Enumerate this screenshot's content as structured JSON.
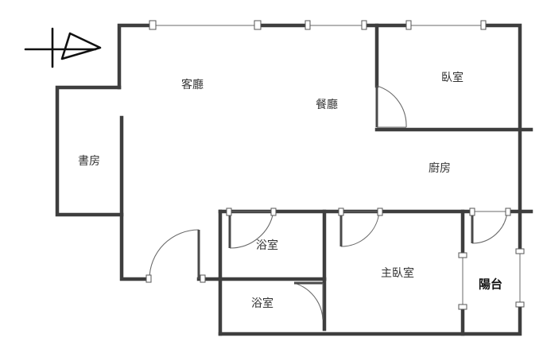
{
  "rooms": {
    "living": "客廳",
    "dining": "餐廳",
    "bedroom": "臥室",
    "study": "書房",
    "kitchen": "廚房",
    "bath_upper": "浴室",
    "bath_lower": "浴室",
    "master_bedroom": "主臥室",
    "balcony": "陽台"
  },
  "colors": {
    "wall": "#3e3e3e",
    "line": "#6a6a6a",
    "text": "#333333",
    "compass": "#111111"
  },
  "icons": {
    "compass": "north-arrow-icon"
  }
}
